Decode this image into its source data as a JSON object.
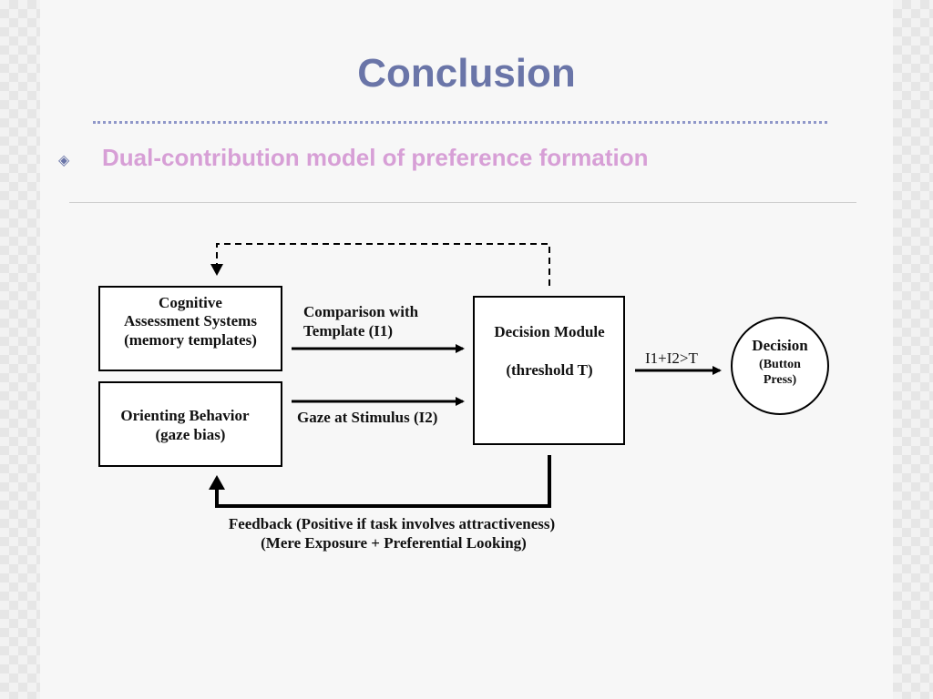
{
  "slide": {
    "title": "Conclusion",
    "bullet": "Dual-contribution model of preference formation"
  },
  "diagram": {
    "cognitive_box": [
      "Cognitive",
      "Assessment Systems",
      "(memory templates)"
    ],
    "orienting_box": [
      "Orienting Behavior",
      "(gaze bias)"
    ],
    "decision_module": [
      "Decision Module",
      "(threshold T)"
    ],
    "decision_circle": [
      "Decision",
      "(Button",
      "Press)"
    ],
    "comparison_label": [
      "Comparison with",
      "Template (I1)"
    ],
    "gaze_label": "Gaze at Stimulus (I2)",
    "sum_label": "I1+I2>T",
    "feedback_label": [
      "Feedback (Positive if task involves attractiveness)",
      "(Mere Exposure + Preferential Looking)"
    ]
  },
  "colors": {
    "title": "#6a75a8",
    "bullet_text": "#d79fd6",
    "dotted_rule": "#8f97c9"
  }
}
